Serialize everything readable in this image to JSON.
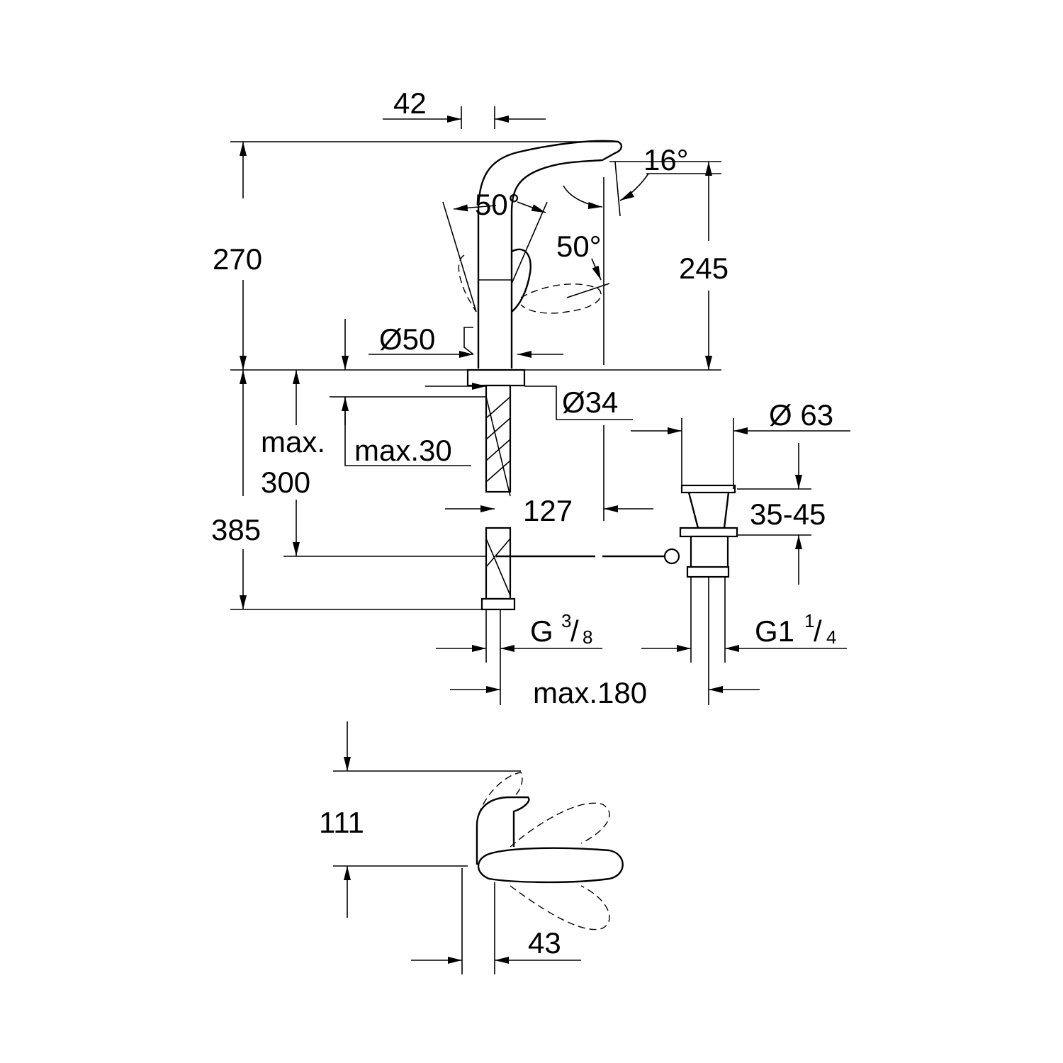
{
  "drawing": {
    "spout_width": "42",
    "spout_angle": "16°",
    "lever_angle_left": "50°",
    "lever_angle_right": "50°",
    "total_height": "270",
    "spout_height": "245",
    "base_diameter": "Ø50",
    "shank_diameter": "Ø34",
    "drain_diameter": "Ø 63",
    "max_rod_label": "max.",
    "max_rod_value": "300",
    "max_deck": "max.30",
    "spout_reach": "127",
    "drain_range": "35-45",
    "hose_length": "385",
    "connection_g": "G",
    "connection_num": "3",
    "connection_den": "8",
    "drain_g": "G1",
    "drain_num": "1",
    "drain_den": "4",
    "max_distance": "max.180",
    "lever_height": "111",
    "lever_offset": "43",
    "colors": {
      "line": "#000000",
      "background": "#ffffff"
    }
  }
}
